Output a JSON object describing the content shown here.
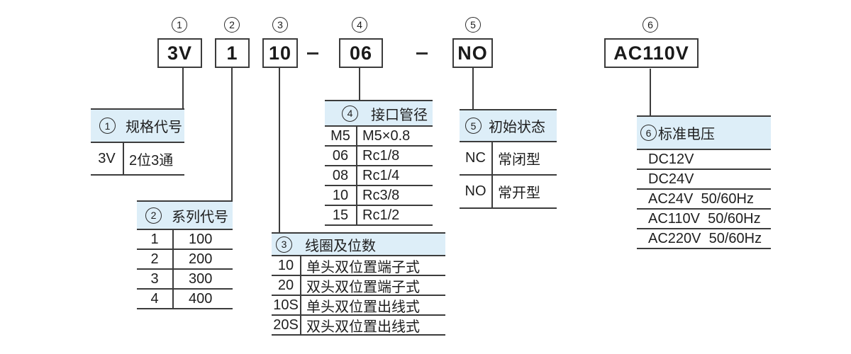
{
  "code_row": {
    "separator": "-",
    "segments": [
      {
        "num": "1",
        "code": "3V"
      },
      {
        "num": "2",
        "code": "1"
      },
      {
        "num": "3",
        "code": "10"
      },
      {
        "num": "4",
        "code": "06"
      },
      {
        "num": "5",
        "code": "NO"
      },
      {
        "num": "6",
        "code": "AC110V"
      }
    ]
  },
  "tables": [
    {
      "num": "1",
      "title": "规格代号",
      "rows": [
        [
          "3V",
          "2位3通"
        ]
      ]
    },
    {
      "num": "2",
      "title": "系列代号",
      "rows": [
        [
          "1",
          "100"
        ],
        [
          "2",
          "200"
        ],
        [
          "3",
          "300"
        ],
        [
          "4",
          "400"
        ]
      ]
    },
    {
      "num": "3",
      "title": "线圈及位数",
      "rows": [
        [
          "10",
          "单头双位置端子式"
        ],
        [
          "20",
          "双头双位置端子式"
        ],
        [
          "10S",
          "单头双位置出线式"
        ],
        [
          "20S",
          "双头双位置出线式"
        ]
      ]
    },
    {
      "num": "4",
      "title": "接口管径",
      "rows": [
        [
          "M5",
          "M5×0.8"
        ],
        [
          "06",
          "Rc1/8"
        ],
        [
          "08",
          "Rc1/4"
        ],
        [
          "10",
          "Rc3/8"
        ],
        [
          "15",
          "Rc1/2"
        ]
      ]
    },
    {
      "num": "5",
      "title": "初始状态",
      "rows": [
        [
          "NC",
          "常闭型"
        ],
        [
          "NO",
          "常开型"
        ]
      ]
    },
    {
      "num": "6",
      "title": "标准电压",
      "rows": [
        [
          "DC12V"
        ],
        [
          "DC24V"
        ],
        [
          "AC24V  50/60Hz"
        ],
        [
          "AC110V  50/60Hz"
        ],
        [
          "AC220V  50/60Hz"
        ]
      ]
    }
  ],
  "colors": {
    "header_bg": "#ddeef8",
    "line": "#3c3c3c",
    "text": "#1e1e1e"
  }
}
